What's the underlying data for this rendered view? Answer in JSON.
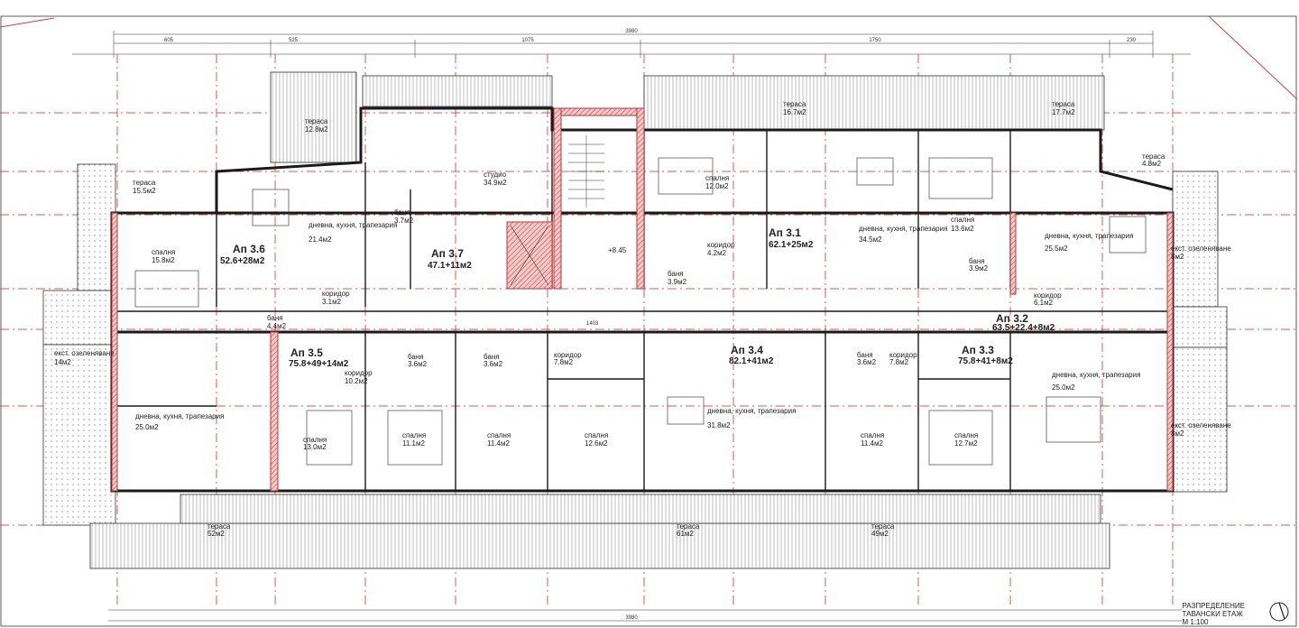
{
  "apartments": [
    {
      "id": "a35",
      "name": "Ап 3.5",
      "area": "75.8+49+14м2"
    },
    {
      "id": "a36",
      "name": "Ап 3.6",
      "area": "52.6+28м2"
    },
    {
      "id": "a37",
      "name": "Ап 3.7",
      "area": "47.1+11м2"
    },
    {
      "id": "a31",
      "name": "Ап 3.1",
      "area": "62.1+25м2"
    },
    {
      "id": "a32",
      "name": "Ап 3.2",
      "area": "63.5+22.4+8м2"
    },
    {
      "id": "a34",
      "name": "Ап 3.4",
      "area": "82.1+41м2"
    },
    {
      "id": "a33",
      "name": "Ап 3.3",
      "area": "75.8+41+8м2"
    }
  ],
  "rooms": [
    {
      "name": "тераса",
      "area": "12.8м2"
    },
    {
      "name": "тераса",
      "area": "15.5м2"
    },
    {
      "name": "спалня",
      "area": "15.8м2"
    },
    {
      "name": "дневна, кухня, трапезария",
      "area": "21.4м2"
    },
    {
      "name": "баня",
      "area": "3.7м2"
    },
    {
      "name": "студио",
      "area": "34.9м2"
    },
    {
      "name": "коридор",
      "area": "3.1м2"
    },
    {
      "name": "баня",
      "area": "4.4м2"
    },
    {
      "name": "спалня",
      "area": "12.0м2"
    },
    {
      "name": "коридор",
      "area": "4.2м2"
    },
    {
      "name": "баня",
      "area": "3.9м2"
    },
    {
      "name": "тераса",
      "area": "16.7м2"
    },
    {
      "name": "дневна, кухня, трапезария",
      "area": "34.5м2"
    },
    {
      "name": "спалня",
      "area": "13.6м2"
    },
    {
      "name": "баня",
      "area": "3.9м2"
    },
    {
      "name": "тераса",
      "area": "17.7м2"
    },
    {
      "name": "дневна, кухня, трапезария",
      "area": "25.5м2"
    },
    {
      "name": "коридор",
      "area": "6.1м2"
    },
    {
      "name": "тераса",
      "area": "4.8м2"
    },
    {
      "name": "дневна, кухня, трапезария",
      "area": "25.0м2"
    },
    {
      "name": "коридор",
      "area": "10.2м2"
    },
    {
      "name": "баня",
      "area": "3.6м2"
    },
    {
      "name": "баня",
      "area": "3.6м2"
    },
    {
      "name": "коридор",
      "area": "7.8м2"
    },
    {
      "name": "спалня",
      "area": "13.0м2"
    },
    {
      "name": "спалня",
      "area": "11.1м2"
    },
    {
      "name": "спалня",
      "area": "11.4м2"
    },
    {
      "name": "спалня",
      "area": "12.6м2"
    },
    {
      "name": "дневна, кухня, трапезария",
      "area": "31.8м2"
    },
    {
      "name": "баня",
      "area": "3.6м2"
    },
    {
      "name": "коридор",
      "area": "7.8м2"
    },
    {
      "name": "спалня",
      "area": "11.4м2"
    },
    {
      "name": "спалня",
      "area": "12.7м2"
    },
    {
      "name": "дневна, кухня, трапезария",
      "area": "25.0м2"
    },
    {
      "name": "тераса",
      "area": "52м2"
    },
    {
      "name": "тераса",
      "area": "61м2"
    },
    {
      "name": "тераса",
      "area": "49м2"
    }
  ],
  "labels": {
    "level_mark": "+8.45",
    "exterior_left": "екст. озеленяване",
    "exterior_left_area": "14м2",
    "exterior_right": "екст. озеленяване",
    "exterior_right_area": "8м2",
    "exterior_right2": "екст. озеленяване",
    "exterior_right2_area": "8м2"
  },
  "dimensions": {
    "top_total": "3980",
    "top_segments": [
      "605",
      "525",
      "1075",
      "1750",
      "230"
    ],
    "bottom_total": "3980",
    "corridor": "1403"
  },
  "title_block": {
    "line1": "РАЗПРЕДЕЛЕНИЕ",
    "line2": "ТАВАНСКИ ЕТАЖ",
    "line3": "М 1:100"
  },
  "colors": {
    "walls": "#1a1a1a",
    "axis_lines": "#d83b3b",
    "structure_fill": "#e8b4b4"
  }
}
